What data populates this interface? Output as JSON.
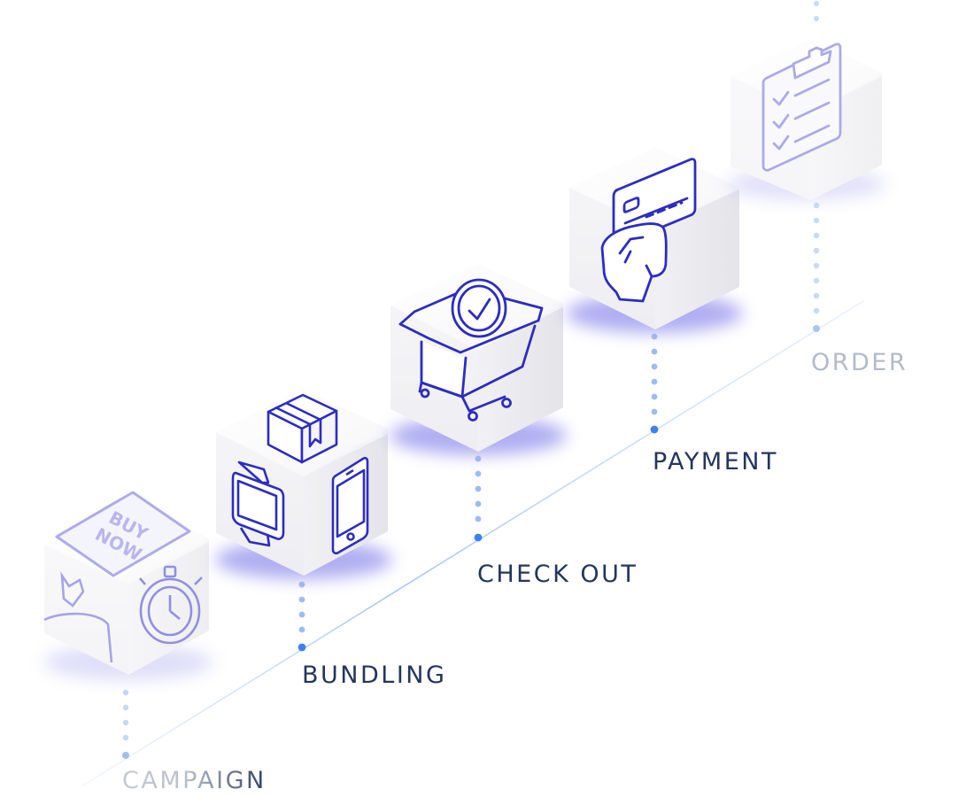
{
  "diagram": {
    "stages": [
      {
        "id": "campaign",
        "label": "CAMPAIGN",
        "icon": "buy-now-stopwatch-icon"
      },
      {
        "id": "bundling",
        "label": "BUNDLING",
        "icon": "box-watch-phone-icon"
      },
      {
        "id": "checkout",
        "label": "CHECK OUT",
        "icon": "cart-checkmark-icon"
      },
      {
        "id": "payment",
        "label": "PAYMENT",
        "icon": "hand-credit-card-icon"
      },
      {
        "id": "order",
        "label": "ORDER",
        "icon": "clipboard-checklist-icon"
      }
    ],
    "campaign_badge": {
      "line1": "BUY",
      "line2": "NOW"
    },
    "colors": {
      "accent": "#2d2cc1",
      "icon_light": "#8b88e0",
      "dot": "#8fb4f2",
      "dot_strong": "#3c82ee",
      "axis": "#aac6f4",
      "label": "#24365c",
      "label_faded": "#b3bac8"
    }
  }
}
